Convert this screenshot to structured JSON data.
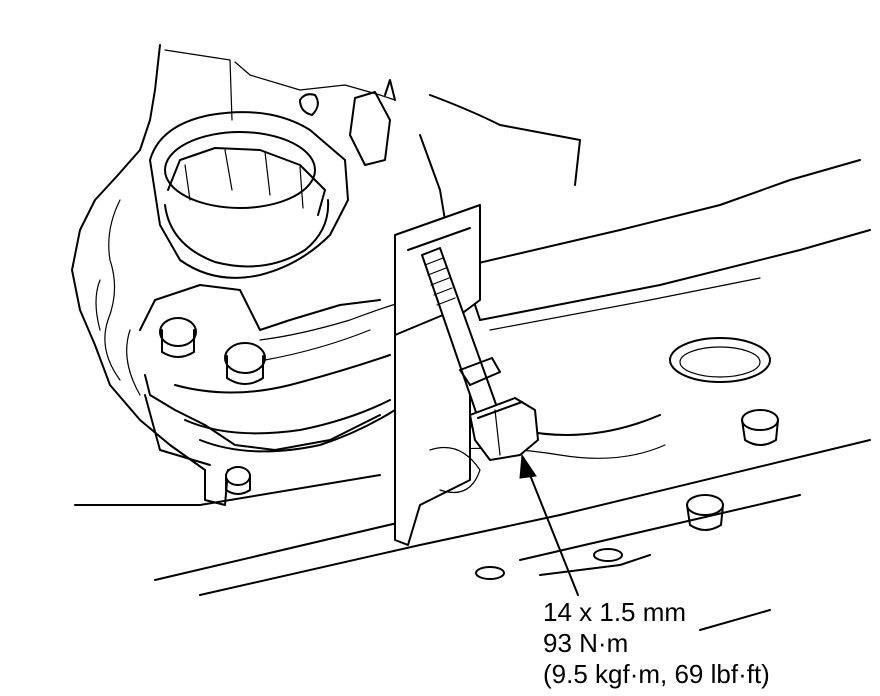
{
  "callout": {
    "size": "14 x 1.5 mm",
    "torque_nm": "93 N·m",
    "torque_alt": "(9.5 kgf·m, 69 lbf·ft)"
  },
  "icons": {
    "pointer": "arrow-line"
  }
}
